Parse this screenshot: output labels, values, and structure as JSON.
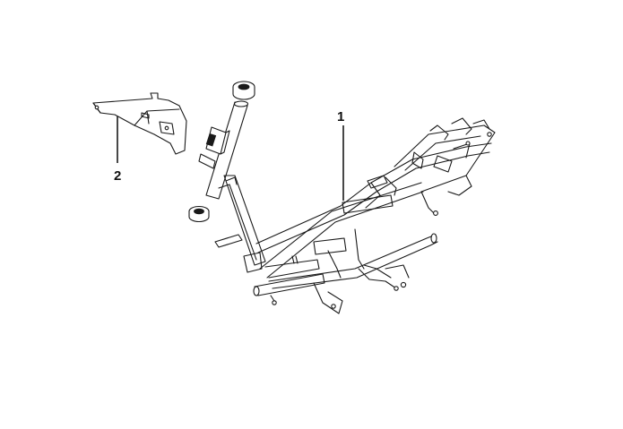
{
  "diagram": {
    "parts": [
      {
        "callout": "1",
        "part": "frame-body"
      },
      {
        "callout": "2",
        "part": "bracket"
      }
    ],
    "colors": {
      "line": "#1a1a1a",
      "background": "#ffffff"
    }
  }
}
